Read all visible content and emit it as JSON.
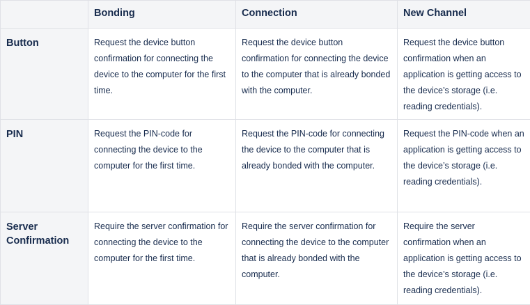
{
  "table": {
    "columns": [
      "",
      "Bonding",
      "Connection",
      "New Channel"
    ],
    "rows": [
      {
        "label": "Button",
        "cells": [
          "Request the device button confirmation for connecting the device to the computer for the first time.",
          "Request the device button confirmation for connecting the device to the computer that is already bonded with the computer.",
          "Request the device button confirmation when an application is getting access to the device’s storage (i.e. reading credentials)."
        ]
      },
      {
        "label": "PIN",
        "cells": [
          "Request the PIN-code for connecting the device to the computer for the first time.",
          "Request the PIN-code for connecting the device to the computer that is already bonded with the computer.",
          "Request the PIN-code when an application is getting access to the device’s storage (i.e. reading credentials)."
        ]
      },
      {
        "label": "Server Confirmation",
        "cells": [
          "Require the server confirmation for connecting the device to the computer for the first time.",
          "Require the server confirmation for connecting the device to the computer that is already bonded with the computer.",
          "Require the server confirmation when an application is getting access to the device’s storage (i.e. reading credentials)."
        ]
      }
    ]
  }
}
